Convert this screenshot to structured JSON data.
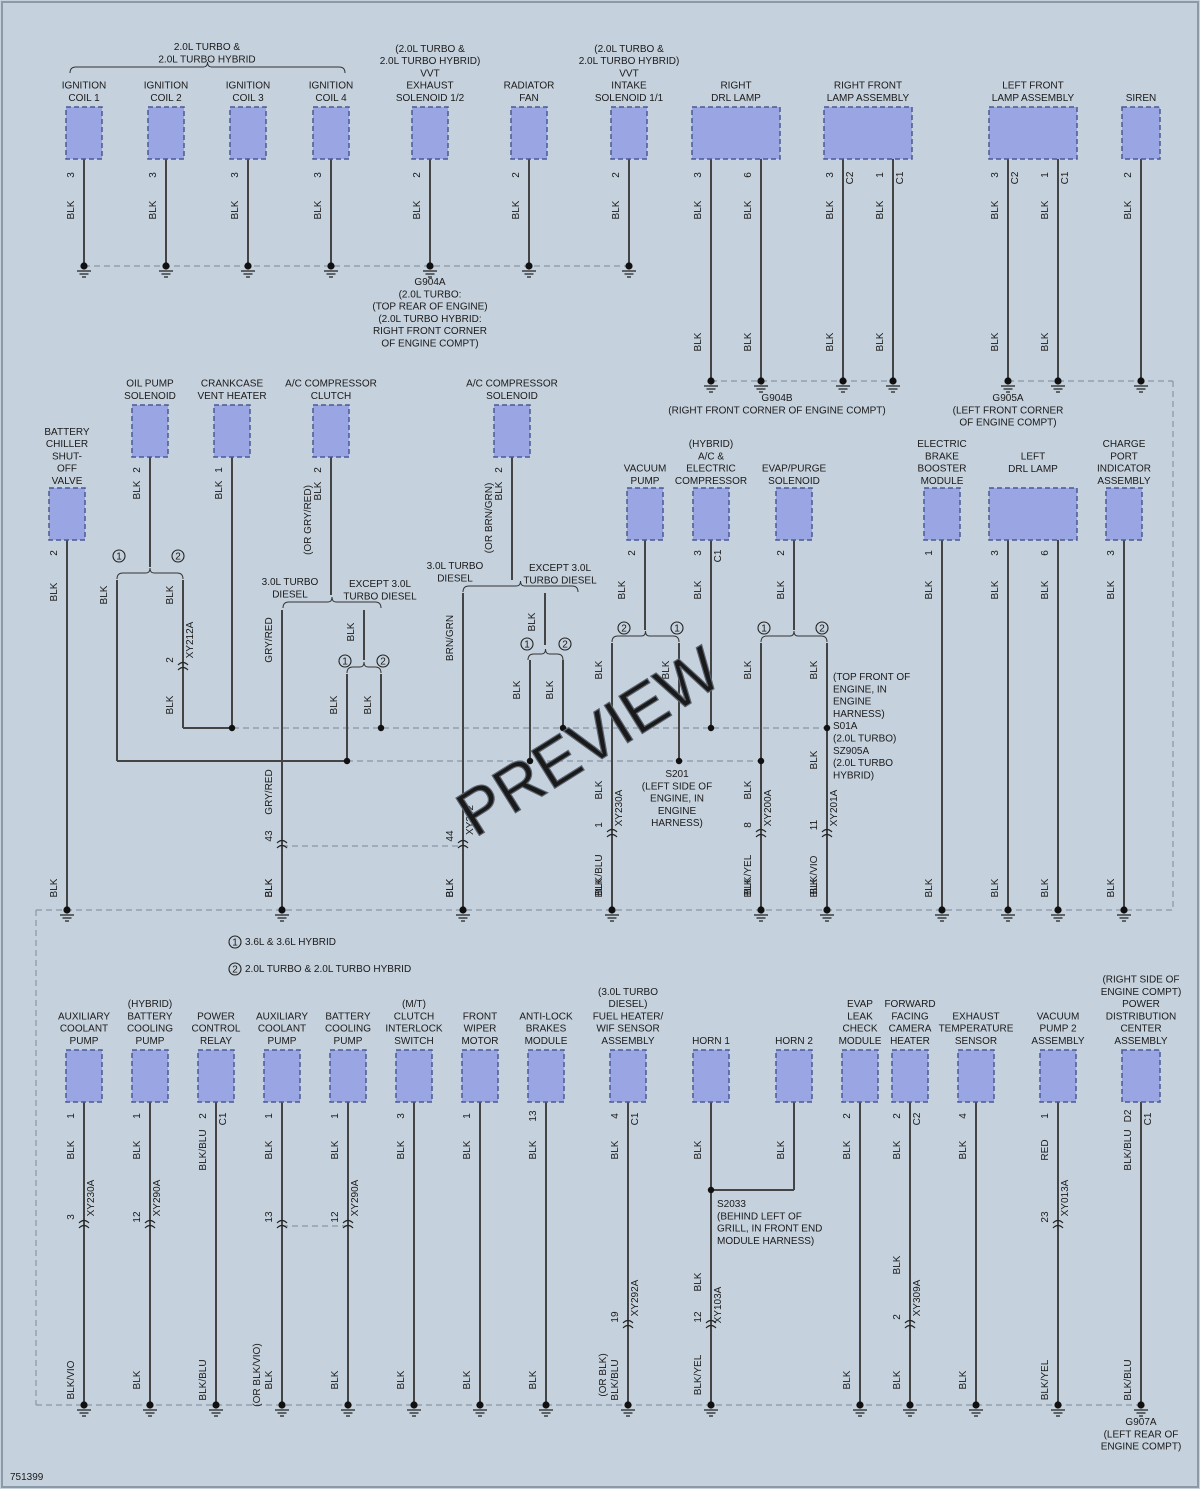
{
  "figure_id": "751399",
  "watermark": "PREVIEW",
  "legend": [
    {
      "num": "1",
      "text": "3.6L & 3.6L HYBRID"
    },
    {
      "num": "2",
      "text": "2.0L TURBO & 2.0L TURBO HYBRID"
    }
  ],
  "wire_colors": {
    "BLK": "#444444",
    "GRY/RED": "#c87a78",
    "BRN/GRN": "#7c8a3a",
    "BLK/BLU": "#5a5ab4",
    "BLK/YEL": "#8a8a3a",
    "BLK/VIO": "#9a5a8c",
    "RED": "#d23232"
  },
  "groups": [
    {
      "lines": [
        "2.0L TURBO &",
        "2.0L TURBO HYBRID"
      ]
    }
  ],
  "components": [
    {
      "id": "ign1",
      "lines": [
        "IGNITION",
        "COIL 1"
      ]
    },
    {
      "id": "ign2",
      "lines": [
        "IGNITION",
        "COIL 2"
      ]
    },
    {
      "id": "ign3",
      "lines": [
        "IGNITION",
        "COIL 3"
      ]
    },
    {
      "id": "ign4",
      "lines": [
        "IGNITION",
        "COIL 4"
      ]
    },
    {
      "id": "vvtex",
      "lines": [
        "(2.0L TURBO &",
        "2.0L TURBO HYBRID)",
        "VVT",
        "EXHAUST",
        "SOLENOID 1/2"
      ]
    },
    {
      "id": "radfan",
      "lines": [
        "RADIATOR",
        "FAN"
      ]
    },
    {
      "id": "vvtin",
      "lines": [
        "(2.0L TURBO &",
        "2.0L TURBO HYBRID)",
        "VVT",
        "INTAKE",
        "SOLENOID 1/1"
      ]
    },
    {
      "id": "rdrl",
      "lines": [
        "RIGHT",
        "DRL LAMP"
      ]
    },
    {
      "id": "rfla",
      "lines": [
        "RIGHT FRONT",
        "LAMP ASSEMBLY"
      ]
    },
    {
      "id": "lfla",
      "lines": [
        "LEFT FRONT",
        "LAMP ASSEMBLY"
      ]
    },
    {
      "id": "siren",
      "lines": [
        "SIREN"
      ]
    },
    {
      "id": "bcsv",
      "lines": [
        "BATTERY",
        "CHILLER",
        "SHUT-",
        "OFF",
        "VALVE"
      ]
    },
    {
      "id": "oilpump",
      "lines": [
        "OIL PUMP",
        "SOLENOID"
      ]
    },
    {
      "id": "ccvh",
      "lines": [
        "CRANKCASE",
        "VENT HEATER"
      ]
    },
    {
      "id": "accl",
      "lines": [
        "A/C COMPRESSOR",
        "CLUTCH"
      ]
    },
    {
      "id": "acsol",
      "lines": [
        "A/C COMPRESSOR",
        "SOLENOID"
      ]
    },
    {
      "id": "vacpump",
      "lines": [
        "VACUUM",
        "PUMP"
      ]
    },
    {
      "id": "hyac",
      "lines": [
        "(HYBRID)",
        "A/C &",
        "ELECTRIC",
        "COMPRESSOR"
      ]
    },
    {
      "id": "evap",
      "lines": [
        "EVAP/PURGE",
        "SOLENOID"
      ]
    },
    {
      "id": "ebbm",
      "lines": [
        "ELECTRIC",
        "BRAKE",
        "BOOSTER",
        "MODULE"
      ]
    },
    {
      "id": "ldrl",
      "lines": [
        "LEFT",
        "DRL LAMP"
      ]
    },
    {
      "id": "cpia",
      "lines": [
        "CHARGE",
        "PORT",
        "INDICATOR",
        "ASSEMBLY"
      ]
    },
    {
      "id": "acp1",
      "lines": [
        "AUXILIARY",
        "COOLANT",
        "PUMP"
      ]
    },
    {
      "id": "hbcp",
      "lines": [
        "(HYBRID)",
        "BATTERY",
        "COOLING",
        "PUMP"
      ]
    },
    {
      "id": "pcr",
      "lines": [
        "POWER",
        "CONTROL",
        "RELAY"
      ]
    },
    {
      "id": "acp2",
      "lines": [
        "AUXILIARY",
        "COOLANT",
        "PUMP"
      ]
    },
    {
      "id": "bcp",
      "lines": [
        "BATTERY",
        "COOLING",
        "PUMP"
      ]
    },
    {
      "id": "cis",
      "lines": [
        "(M/T)",
        "CLUTCH",
        "INTERLOCK",
        "SWITCH"
      ]
    },
    {
      "id": "fwm",
      "lines": [
        "FRONT",
        "WIPER",
        "MOTOR"
      ]
    },
    {
      "id": "abs",
      "lines": [
        "ANTI-LOCK",
        "BRAKES",
        "MODULE"
      ]
    },
    {
      "id": "fuelh",
      "lines": [
        "(3.0L TURBO",
        "DIESEL)",
        "FUEL HEATER/",
        "WIF SENSOR",
        "ASSEMBLY"
      ]
    },
    {
      "id": "horn1",
      "lines": [
        "HORN 1"
      ]
    },
    {
      "id": "horn2",
      "lines": [
        "HORN 2"
      ]
    },
    {
      "id": "elcm",
      "lines": [
        "EVAP",
        "LEAK",
        "CHECK",
        "MODULE"
      ]
    },
    {
      "id": "ffch",
      "lines": [
        "FORWARD",
        "FACING",
        "CAMERA",
        "HEATER"
      ]
    },
    {
      "id": "ets",
      "lines": [
        "EXHAUST",
        "TEMPERATURE",
        "SENSOR"
      ]
    },
    {
      "id": "vp2",
      "lines": [
        "VACUUM",
        "PUMP 2",
        "ASSEMBLY"
      ]
    },
    {
      "id": "pdc",
      "lines": [
        "(RIGHT SIDE OF",
        "ENGINE COMPT)",
        "POWER",
        "DISTRIBUTION",
        "CENTER",
        "ASSEMBLY"
      ]
    }
  ],
  "locations": [
    {
      "id": "g904a",
      "lines": [
        "G904A",
        "(2.0L TURBO:",
        "(TOP REAR OF ENGINE)",
        "(2.0L TURBO HYBRID:",
        "RIGHT FRONT CORNER",
        "OF ENGINE COMPT)"
      ]
    },
    {
      "id": "g904b",
      "lines": [
        "G904B",
        "(RIGHT FRONT CORNER OF ENGINE COMPT)"
      ]
    },
    {
      "id": "g905a",
      "lines": [
        "G905A",
        "(LEFT FRONT CORNER",
        "OF ENGINE COMPT)"
      ]
    },
    {
      "id": "s01a",
      "lines": [
        "(TOP FRONT OF",
        "ENGINE, IN",
        "ENGINE",
        "HARNESS)",
        "S01A",
        "(2.0L TURBO)",
        "SZ905A",
        "(2.0L TURBO",
        "HYBRID)"
      ]
    },
    {
      "id": "s201",
      "lines": [
        "S201",
        "(LEFT SIDE OF",
        "ENGINE, IN",
        "ENGINE",
        "HARNESS)"
      ]
    },
    {
      "id": "s2033",
      "lines": [
        "S2033",
        "(BEHIND LEFT OF",
        "GRILL, IN FRONT END",
        "MODULE HARNESS)"
      ]
    },
    {
      "id": "g907a",
      "lines": [
        "G907A",
        "(LEFT REAR OF",
        "ENGINE COMPT)"
      ]
    }
  ],
  "conditions": [
    {
      "id": "c30l_a",
      "lines": [
        "3.0L TURBO",
        "DIESEL"
      ]
    },
    {
      "id": "cexc_a",
      "lines": [
        "EXCEPT 3.0L",
        "TURBO DIESEL"
      ]
    },
    {
      "id": "c30l_b",
      "lines": [
        "3.0L TURBO",
        "DIESEL"
      ]
    },
    {
      "id": "cexc_b",
      "lines": [
        "EXCEPT 3.0L",
        "TURBO DIESEL"
      ]
    }
  ],
  "texts": [
    {
      "id": "t1",
      "text": "BLK"
    },
    {
      "id": "t2",
      "text": "GRY/RED"
    },
    {
      "id": "t3",
      "text": "BRN/GRN"
    },
    {
      "id": "t4",
      "text": "(OR GRY/RED)"
    },
    {
      "id": "t5",
      "text": "(OR BRN/GRN)"
    },
    {
      "id": "t6",
      "text": "BLK/BLU"
    },
    {
      "id": "t7",
      "text": "BLK/YEL"
    },
    {
      "id": "t8",
      "text": "BLK/VIO"
    },
    {
      "id": "t9",
      "text": "(OR BLK/VIO)"
    },
    {
      "id": "t10",
      "text": "(OR BLK)"
    },
    {
      "id": "t11",
      "text": "RED"
    },
    {
      "id": "p1",
      "text": "1"
    },
    {
      "id": "p2",
      "text": "2"
    },
    {
      "id": "p3",
      "text": "3"
    },
    {
      "id": "p4",
      "text": "4"
    },
    {
      "id": "p6",
      "text": "6"
    },
    {
      "id": "p8",
      "text": "8"
    },
    {
      "id": "p11",
      "text": "11"
    },
    {
      "id": "p12",
      "text": "12"
    },
    {
      "id": "p13",
      "text": "13"
    },
    {
      "id": "p19",
      "text": "19"
    },
    {
      "id": "p23",
      "text": "23"
    },
    {
      "id": "p43",
      "text": "43"
    },
    {
      "id": "p44",
      "text": "44"
    },
    {
      "id": "c1",
      "text": "C1"
    },
    {
      "id": "c2",
      "text": "C2"
    },
    {
      "id": "d2",
      "text": "D2"
    },
    {
      "id": "x212a",
      "text": "XY212A"
    },
    {
      "id": "x230a",
      "text": "XY230A"
    },
    {
      "id": "x200a",
      "text": "XY200A"
    },
    {
      "id": "x201a",
      "text": "XY201A"
    },
    {
      "id": "x202",
      "text": "XY202"
    },
    {
      "id": "x290a",
      "text": "XY290A"
    },
    {
      "id": "x292a",
      "text": "XY292A"
    },
    {
      "id": "x103a",
      "text": "XY103A"
    },
    {
      "id": "x309a",
      "text": "XY309A"
    },
    {
      "id": "x013a",
      "text": "XY013A"
    }
  ]
}
